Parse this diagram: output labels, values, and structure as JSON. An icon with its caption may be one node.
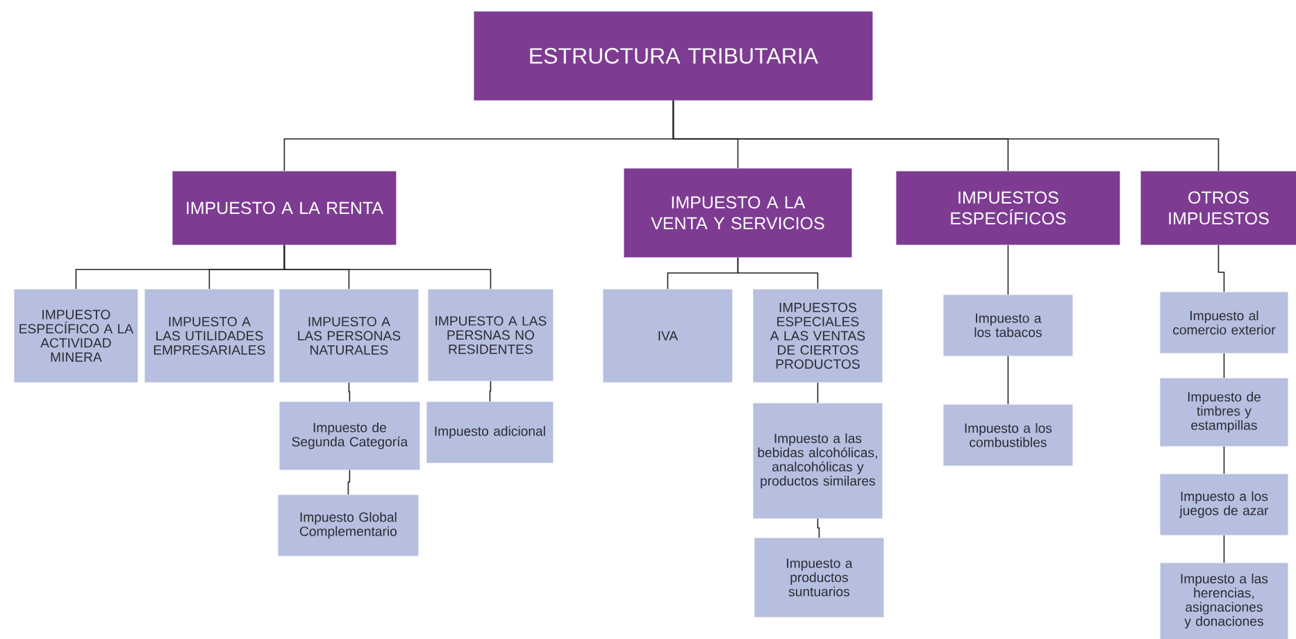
{
  "diagram": {
    "nodes": [
      {
        "text": [
          "ESTRUCTURA TRIBUTARIA"
        ]
      },
      {
        "text": [
          "IMPUESTO A LA RENTA"
        ]
      },
      {
        "text": [
          "IMPUESTO A LA VENTA Y SERVICIOS"
        ]
      },
      {
        "text": [
          "IMPUESTOS ESPECÍFICOS"
        ]
      },
      {
        "text": [
          "OTROS IMPUESTOS"
        ]
      },
      {
        "text": [
          "IMPUESTO ESPECÍFICO A LA ACTIVIDAD MINERA"
        ]
      },
      {
        "text": [
          "IMPUESTO A LAS UTILIDADES EMPRESARIALES"
        ]
      },
      {
        "text": [
          "IMPUESTO A LAS PERSONAS NATURALES"
        ]
      },
      {
        "text": [
          "IMPUESTO A LAS PERSNAS NO RESIDENTES"
        ]
      },
      {
        "text": [
          "Impuesto de Segunda Categoría"
        ]
      },
      {
        "text": [
          "Impuesto Global Complementario"
        ]
      },
      {
        "text": [
          "Impuesto adicional"
        ]
      },
      {
        "text": [
          "IVA"
        ]
      },
      {
        "text": [
          "IMPUESTOS ESPECIALES A LAS VENTAS DE CIERTOS PRODUCTOS"
        ]
      },
      {
        "text": [
          "Impuesto a las bebidas alcohólicas, analcohólicas y productos similares"
        ]
      },
      {
        "text": [
          "Impuesto a productos suntuarios"
        ]
      },
      {
        "text": [
          "Impuesto a los tabacos"
        ]
      },
      {
        "text": [
          "Impuesto a los combustibles"
        ]
      },
      {
        "text": [
          "Impuesto al comercio exterior"
        ]
      },
      {
        "text": [
          "Impuesto de timbres y estampillas"
        ]
      },
      {
        "text": [
          "Impuesto a los juegos de azar"
        ]
      },
      {
        "text": [
          "Impuesto a las herencias, asignaciones y donaciones"
        ]
      }
    ],
    "edges": [
      {
        "from": 0,
        "to": 1,
        "arrow": "none"
      },
      {
        "from": 0,
        "to": 2,
        "arrow": "none"
      },
      {
        "from": 0,
        "to": 3,
        "arrow": "none"
      },
      {
        "from": 0,
        "to": 4,
        "arrow": "none"
      },
      {
        "from": 1,
        "to": 5,
        "arrow": "none"
      },
      {
        "from": 1,
        "to": 6,
        "arrow": "none"
      },
      {
        "from": 1,
        "to": 7,
        "arrow": "none"
      },
      {
        "from": 1,
        "to": 8,
        "arrow": "none"
      },
      {
        "from": 7,
        "to": 9,
        "arrow": "none"
      },
      {
        "from": 9,
        "to": 10,
        "arrow": "none"
      },
      {
        "from": 8,
        "to": 11,
        "arrow": "none"
      },
      {
        "from": 2,
        "to": 12,
        "arrow": "none"
      },
      {
        "from": 2,
        "to": 13,
        "arrow": "none"
      },
      {
        "from": 13,
        "to": 14,
        "arrow": "none"
      },
      {
        "from": 14,
        "to": 15,
        "arrow": "none"
      },
      {
        "from": 3,
        "to": 16,
        "arrow": "none"
      },
      {
        "from": 16,
        "to": 17,
        "arrow": "none"
      },
      {
        "from": 4,
        "to": 18,
        "arrow": "none"
      },
      {
        "from": 18,
        "to": 19,
        "arrow": "none"
      },
      {
        "from": 19,
        "to": 20,
        "arrow": "none"
      },
      {
        "from": 20,
        "to": 21,
        "arrow": "none"
      }
    ]
  }
}
